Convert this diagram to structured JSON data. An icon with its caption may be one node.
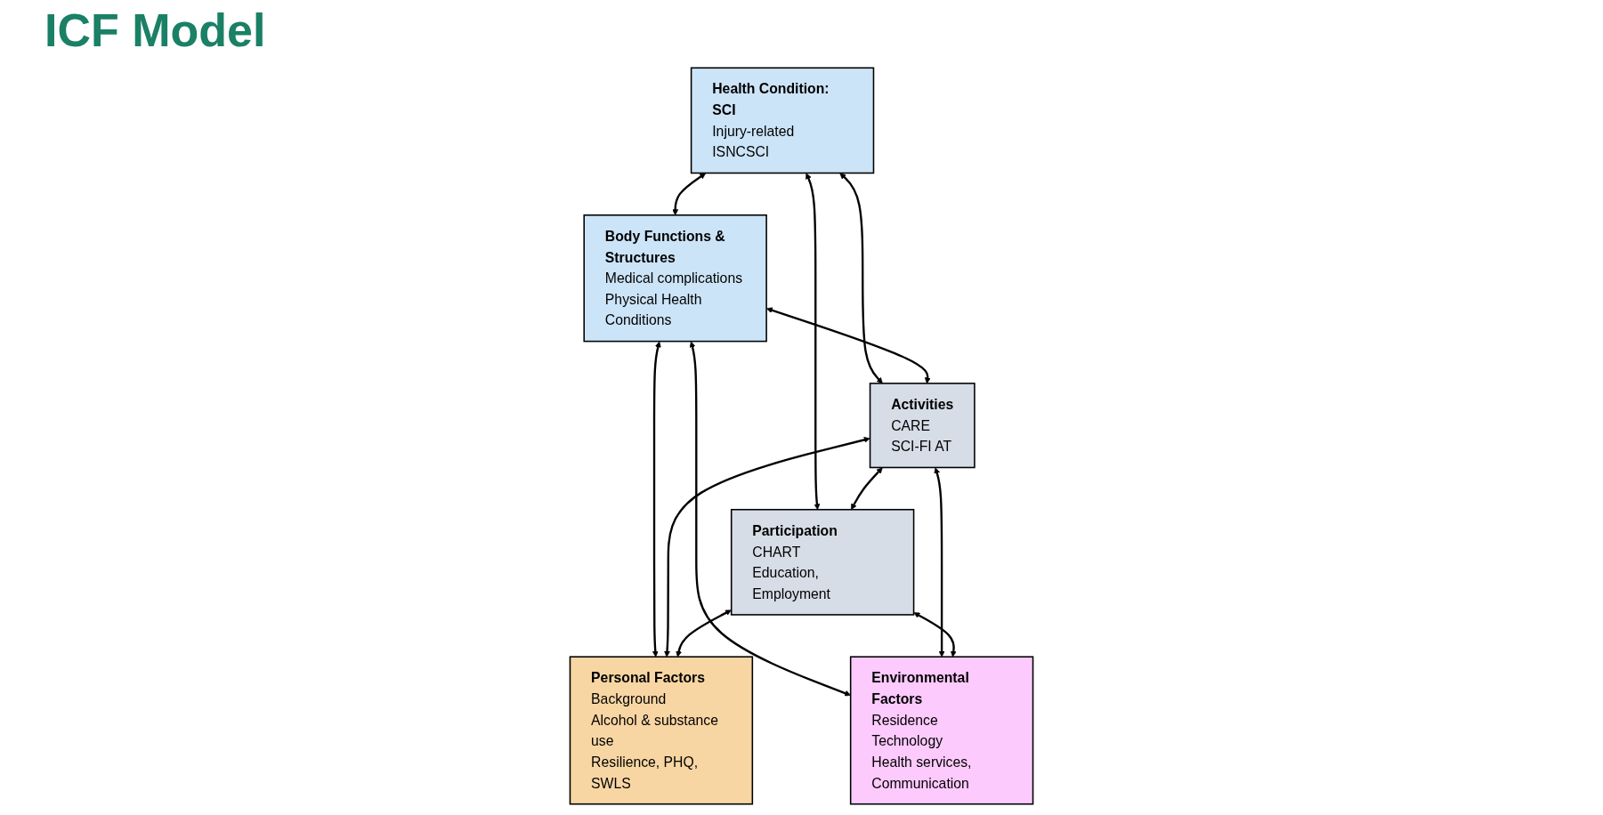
{
  "diagram": {
    "title": "ICF Model",
    "nodes": [
      {
        "text": [
          "Health Condition: SCI",
          "Injury-related",
          "ISNCSCI"
        ]
      },
      {
        "text": [
          "Body Functions & Structures",
          "Medical complications",
          "Physical Health Conditions"
        ]
      },
      {
        "text": [
          "Activities",
          "CARE",
          "SCI-FI AT"
        ]
      },
      {
        "text": [
          "Participation",
          "CHART",
          "Education, Employment"
        ]
      },
      {
        "text": [
          "Personal Factors",
          "Background",
          "Alcohol & substance use",
          "Resilience, PHQ, SWLS"
        ]
      },
      {
        "text": [
          "Environmental Factors",
          "Residence",
          "Technology",
          "Health services, Communication"
        ]
      }
    ],
    "edges": [
      {
        "from": 0,
        "to": 2,
        "arrow": "both"
      },
      {
        "from": 0,
        "to": 1,
        "arrow": "both"
      },
      {
        "from": 0,
        "to": 3,
        "arrow": "both"
      },
      {
        "from": 1,
        "to": 2,
        "arrow": "both"
      },
      {
        "from": 2,
        "to": 3,
        "arrow": "both"
      },
      {
        "from": 1,
        "to": 4,
        "arrow": "both"
      },
      {
        "from": 2,
        "to": 4,
        "arrow": "both"
      },
      {
        "from": 3,
        "to": 4,
        "arrow": "both"
      },
      {
        "from": 1,
        "to": 5,
        "arrow": "both"
      },
      {
        "from": 2,
        "to": 5,
        "arrow": "both"
      },
      {
        "from": 3,
        "to": 5,
        "arrow": "both"
      }
    ]
  }
}
